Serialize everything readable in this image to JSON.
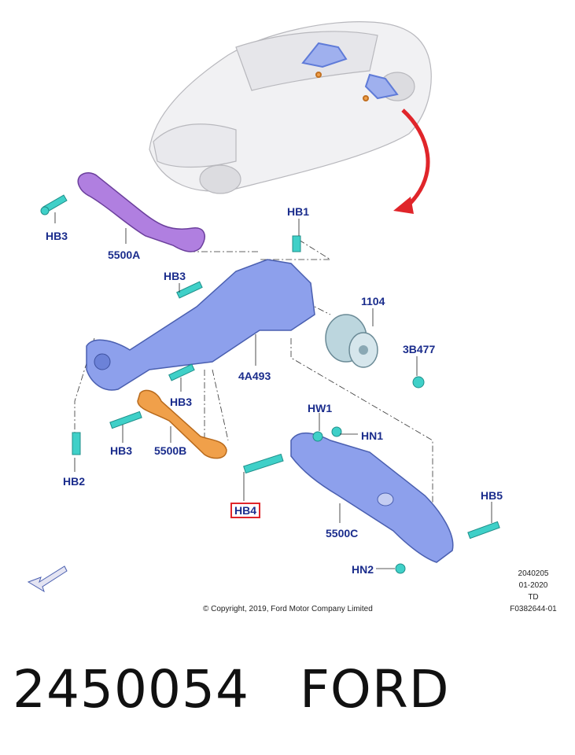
{
  "callouts": {
    "hb3_top": "HB3",
    "a5500": "5500A",
    "hb1": "HB1",
    "hb3_mid": "HB3",
    "p1104": "1104",
    "p3b477": "3B477",
    "p4a493": "4A493",
    "hb3_low": "HB3",
    "hw1": "HW1",
    "hn1": "HN1",
    "hb3_left": "HB3",
    "b5500": "5500B",
    "hb2": "HB2",
    "hb4": "HB4",
    "hb5": "HB5",
    "c5500": "5500C",
    "hn2": "HN2"
  },
  "meta": {
    "code": "2040205",
    "date": "01-2020",
    "td": "TD",
    "figure_id": "F0382644-01",
    "copyright": "© Copyright, 2019, Ford Motor Company Limited"
  },
  "part_number": "2450054",
  "brand": "FORD",
  "colors": {
    "callout_text": "#1a2c8c",
    "highlight_box": "#e0252a",
    "arrow_red": "#e0252a",
    "arm_5500A": "#b07fe0",
    "arm_5500B": "#f0a04a",
    "blue_parts": "#7f95e8",
    "fasteners": "#3fd0c8"
  }
}
